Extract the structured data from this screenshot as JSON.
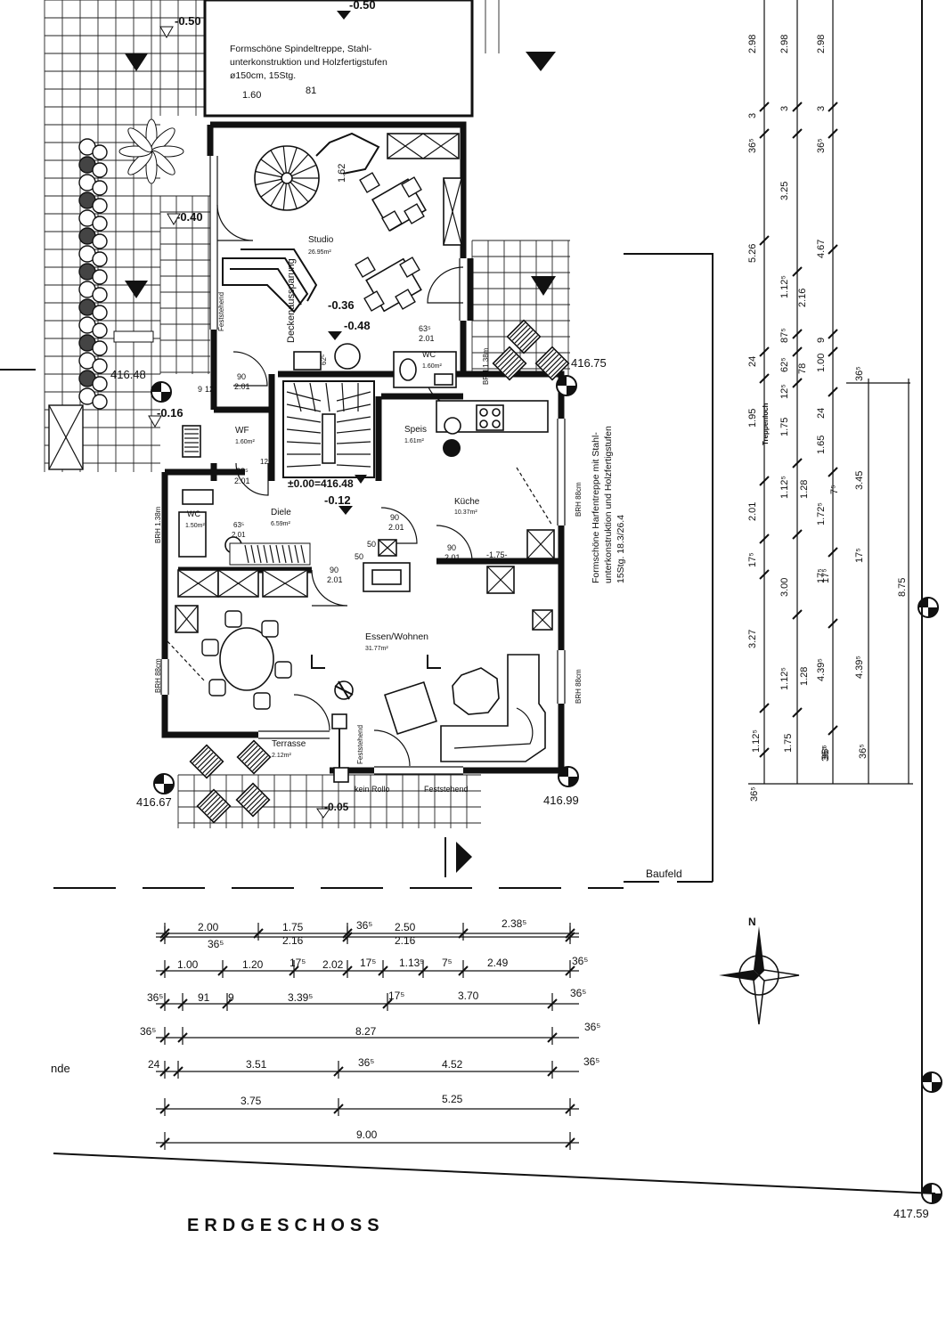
{
  "floor_title": "ERDGESCHOSS",
  "note_spiral_stair": [
    "Formschöne Spindeltreppe, Stahl-",
    "unterkonstruktion und Holzfertigstufen",
    "ø150cm, 15Stg."
  ],
  "note_main_stair": [
    "Formschöne Harfentreppe mit Stahl-",
    "unterkonstruktion und Holzfertigstufen",
    "15Stg. 18.3/26.4"
  ],
  "level_marks": {
    "top_center": "-0.50",
    "top_left": "-0.50",
    "left_mid": "-0.40",
    "left_low": "-0.16",
    "studio_a": "-0.36",
    "studio_b": "-0.48",
    "diele": "-0.12",
    "terrace": "-0.05",
    "datum": "±0.00=416.48"
  },
  "spot_heights": {
    "nw": "416.48",
    "ne": "416.75",
    "sw": "416.67",
    "se": "416.99",
    "far_se": "417.59"
  },
  "rooms": {
    "studio": {
      "name": "Studio",
      "area": "26.95m²"
    },
    "wc_top": {
      "name": "WC",
      "area": "1.60m²"
    },
    "wf": {
      "name": "WF",
      "area": "1.60m²"
    },
    "speis": {
      "name": "Speis",
      "area": "1.61m²"
    },
    "kueche": {
      "name": "Küche",
      "area": "10.37m²"
    },
    "wc_left": {
      "name": "WC",
      "area": "1.50m²"
    },
    "diele": {
      "name": "Diele",
      "area": "6.59m²"
    },
    "essen": {
      "name": "Essen/Wohnen",
      "area": "31.77m²"
    },
    "terrasse": {
      "name": "Terrasse",
      "area": "2.12m²"
    }
  },
  "labels": {
    "deckenaussparung": "Deckenaussparung",
    "feststehend_left": "Feststehend",
    "feststehend_bottom": "Feststehend",
    "feststehend_door": "Feststehend",
    "kein_rollo": "kein Rollo",
    "baufeld": "Baufeld",
    "nde": "nde",
    "trappenloch": "Treppenloch",
    "brh_wc_top": "BRH 1.38m",
    "brh_kueche": "BRH 88cm",
    "brh_wc_left": "BRH 1.38m",
    "brh_essen_left": "BRH 88cm",
    "brh_essen_right": "BRH 88cm",
    "door_wf_a": "90",
    "door_wf_b": "2.01",
    "door_wf2_a": "88⁵",
    "door_wf2_b": "2.01",
    "door_wc_a": "63⁵",
    "door_wc_b": "2.01",
    "door_k_a": "90",
    "door_k_b": "2.01",
    "door_k2_a": "90",
    "door_k2_b": "2.01",
    "door_d_a": "90",
    "door_d_b": "2.01",
    "door_wcl_a": "63⁵",
    "door_wcl_b": "2.01",
    "stair_w1": "1.60",
    "stair_w2": "81",
    "stair_d": "1.62",
    "misc_50a": "50",
    "misc_50b": "50",
    "misc_175": "-1.75-",
    "misc_62": "62⁵",
    "misc_12a": "12⁵",
    "misc_12b": "12⁵",
    "misc_9": "9"
  },
  "dims_bottom": [
    {
      "row": 1,
      "values": [
        "2.00",
        "1.75",
        "36⁵",
        "2.50",
        "2.38⁵"
      ]
    },
    {
      "row": 2,
      "values": [
        "36⁵",
        "2.16",
        "2.16"
      ]
    },
    {
      "row": 3,
      "values": [
        "1.00",
        "1.20",
        "17⁵",
        "2.02",
        "17⁵",
        "1.13⁵",
        "7⁵",
        "2.49",
        "36⁵"
      ]
    },
    {
      "row": 4,
      "values": [
        "36⁵",
        "91",
        "9",
        "3.39⁵",
        "17⁵",
        "3.70",
        "36⁵"
      ]
    },
    {
      "row": 5,
      "values": [
        "36⁵",
        "8.27",
        "36⁵"
      ]
    },
    {
      "row": 6,
      "values": [
        "24",
        "3.51",
        "36⁵",
        "4.52",
        "36⁵"
      ]
    },
    {
      "row": 7,
      "values": [
        "3.75",
        "5.25"
      ]
    },
    {
      "row": 8,
      "values": [
        "9.00"
      ]
    }
  ],
  "dims_right": {
    "col1": [
      "2.98",
      "3",
      "36⁵",
      "5.26",
      "24",
      "1.95",
      "2.01",
      "17⁵",
      "3.27",
      "1.12⁵",
      "36⁵"
    ],
    "col2": [
      "2.98",
      "3",
      "3.25",
      "1.12⁵",
      "62⁵",
      "87⁵",
      "12⁵",
      "1.75",
      "1.12⁵",
      "3.00",
      "1.12⁵",
      "1.75"
    ],
    "col3": [
      "2.16",
      "78",
      "1.28",
      "7⁵",
      "17⁵",
      "1.28",
      "36⁵"
    ],
    "col4": [
      "2.98",
      "3",
      "36⁵",
      "4.67",
      "9",
      "1.00",
      "24",
      "1.65",
      "1.72⁵",
      "17⁵",
      "4.39⁵",
      "36⁵"
    ],
    "col5": [
      "36⁵",
      "3.45",
      "17⁵",
      "4.39⁵",
      "36⁵"
    ],
    "col6": [
      "8.75"
    ]
  },
  "compass": "N"
}
